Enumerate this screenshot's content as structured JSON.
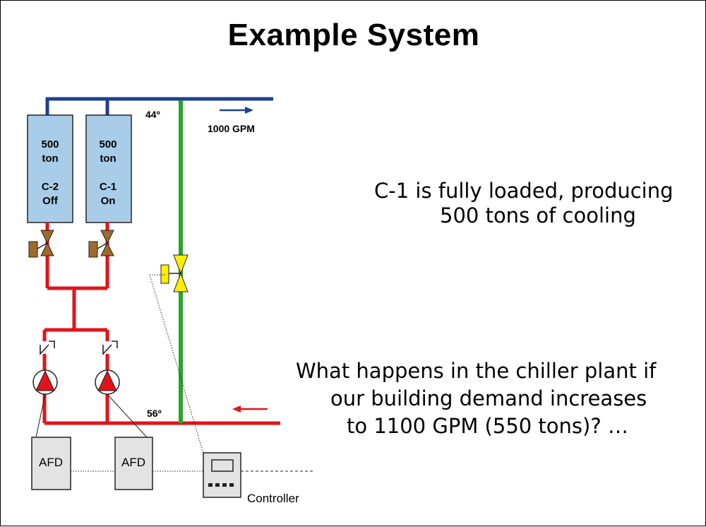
{
  "title": "Example System",
  "chillers": [
    {
      "capacity": "500",
      "unit": "ton",
      "name": "C-2",
      "status": "Off"
    },
    {
      "capacity": "500",
      "unit": "ton",
      "name": "C-1",
      "status": "On"
    }
  ],
  "supply_temp": "44º",
  "return_temp": "56º",
  "flow_label": "1000 GPM",
  "afd_label": "AFD",
  "controller_label": "Controller",
  "statement_1": {
    "line1": "C-1 is fully loaded, producing",
    "line2": "500 tons of cooling"
  },
  "statement_2": {
    "line1": "What happens in the chiller plant if",
    "line2": "our building demand increases",
    "line3": "to 1100 GPM (550 tons)? …"
  },
  "colors": {
    "supply_pipe": "#1f3f8f",
    "return_pipe": "#e0141a",
    "bypass_pipe": "#2aa32a",
    "chiller_fill": "#a9cde8",
    "chiller_valve": "#a06a2c",
    "bypass_valve": "#ffee00",
    "pump": "#e0141a",
    "afd_fill": "#e3e3e3"
  }
}
